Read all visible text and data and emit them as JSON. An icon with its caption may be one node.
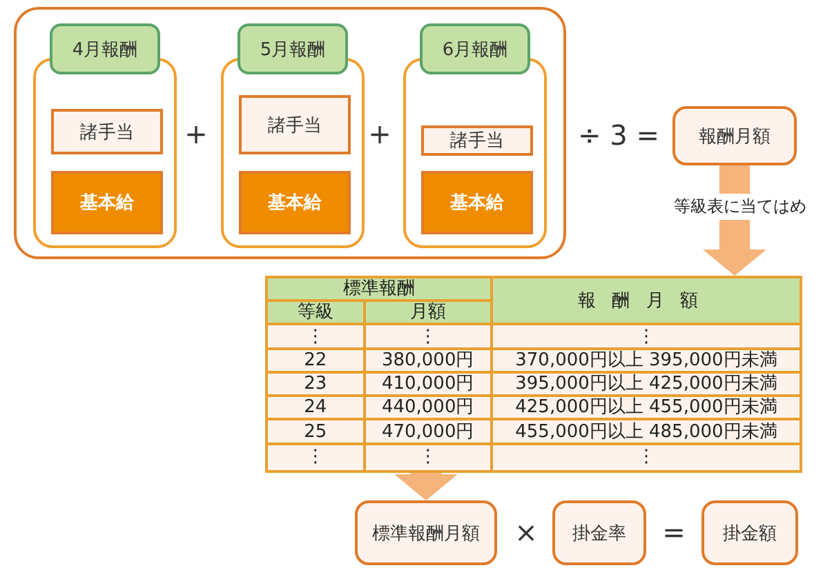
{
  "diagram": {
    "nodes": [
      {
        "text": [],
        "shape": "box"
      },
      {
        "text": [
          "4月報酬"
        ],
        "in": 0
      },
      {
        "text": [],
        "shape": "box",
        "in": 0
      },
      {
        "text": [
          "諸手当"
        ],
        "in": 2
      },
      {
        "text": [
          "基本給"
        ],
        "in": 2
      },
      {
        "text": [
          "5月報酬"
        ],
        "in": 0
      },
      {
        "text": [],
        "shape": "box",
        "in": 0
      },
      {
        "text": [
          "諸手当"
        ],
        "in": 6
      },
      {
        "text": [
          "基本給"
        ],
        "in": 6
      },
      {
        "text": [
          "6月報酬"
        ],
        "in": 0
      },
      {
        "text": [],
        "shape": "box",
        "in": 0
      },
      {
        "text": [
          "諸手当"
        ],
        "in": 10
      },
      {
        "text": [
          "基本給"
        ],
        "in": 10
      },
      {
        "text": [
          "報酬月額"
        ]
      },
      {
        "text": [],
        "shape": "table"
      },
      {
        "text": [
          "標準報酬月額"
        ]
      },
      {
        "text": [
          "掛金率"
        ]
      },
      {
        "text": [
          "掛金額"
        ]
      }
    ],
    "edges": [
      {
        "from": 13,
        "to": 14,
        "arrow": "to",
        "label": "等級表に当てはめ"
      },
      {
        "from": 14,
        "to": 15,
        "arrow": "to"
      }
    ],
    "labels": [
      "+",
      "+",
      "÷ 3 =",
      "標準報酬",
      "報酬月額",
      "等級",
      "月額",
      "⋮",
      "⋮",
      "⋮",
      "22",
      "380,000円",
      "370,000円以上 395,000円未満",
      "23",
      "410,000円",
      "395,000円以上 425,000円未満",
      "24",
      "440,000円",
      "425,000円以上 455,000円未満",
      "25",
      "470,000円",
      "455,000円以上 485,000円未満",
      "⋮",
      "⋮",
      "⋮",
      "×",
      "="
    ]
  }
}
